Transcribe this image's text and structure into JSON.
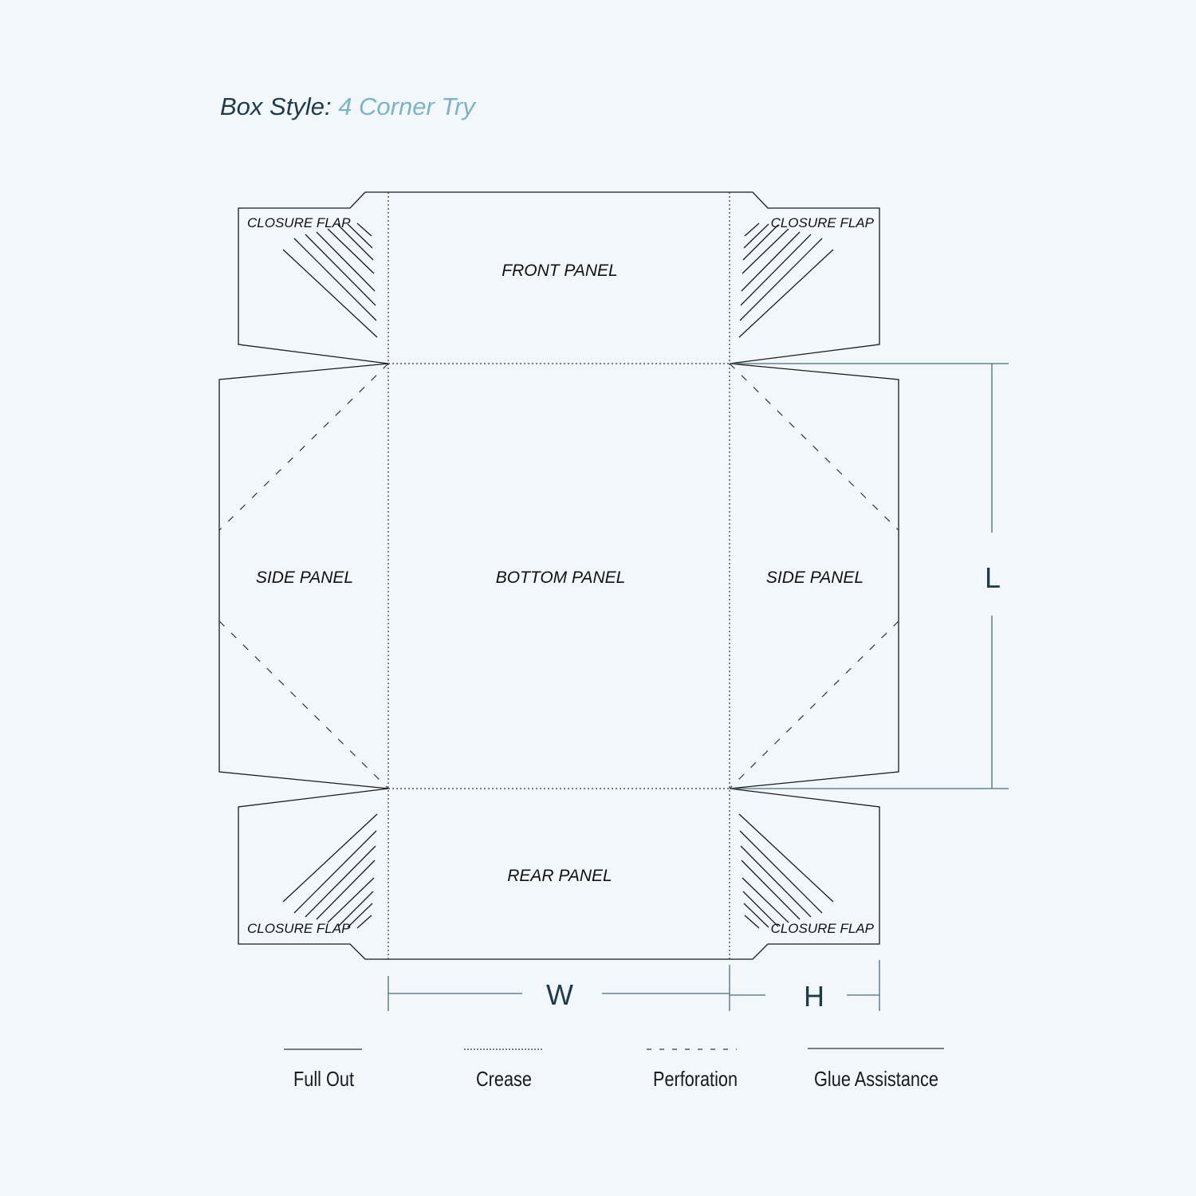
{
  "title": {
    "label": "Box Style:",
    "value": "4 Corner Try"
  },
  "panels": {
    "front": "FRONT PANEL",
    "bottom": "BOTTOM PANEL",
    "rear": "REAR PANEL",
    "side_left": "SIDE PANEL",
    "side_right": "SIDE PANEL"
  },
  "flaps": {
    "top_left": "CLOSURE FLAP",
    "top_right": "CLOSURE FLAP",
    "bottom_left": "CLOSURE FLAP",
    "bottom_right": "CLOSURE FLAP"
  },
  "dimensions": {
    "length": "L",
    "width": "W",
    "height": "H"
  },
  "legend": {
    "full_out": "Full Out",
    "crease": "Crease",
    "perforation": "Perforation",
    "glue_assistance": "Glue Assistance"
  },
  "colors": {
    "background": "#f2f7fc",
    "title_label": "#1d3c47",
    "title_value": "#7eb3c4",
    "dimension_lines": "#4d6b78"
  }
}
